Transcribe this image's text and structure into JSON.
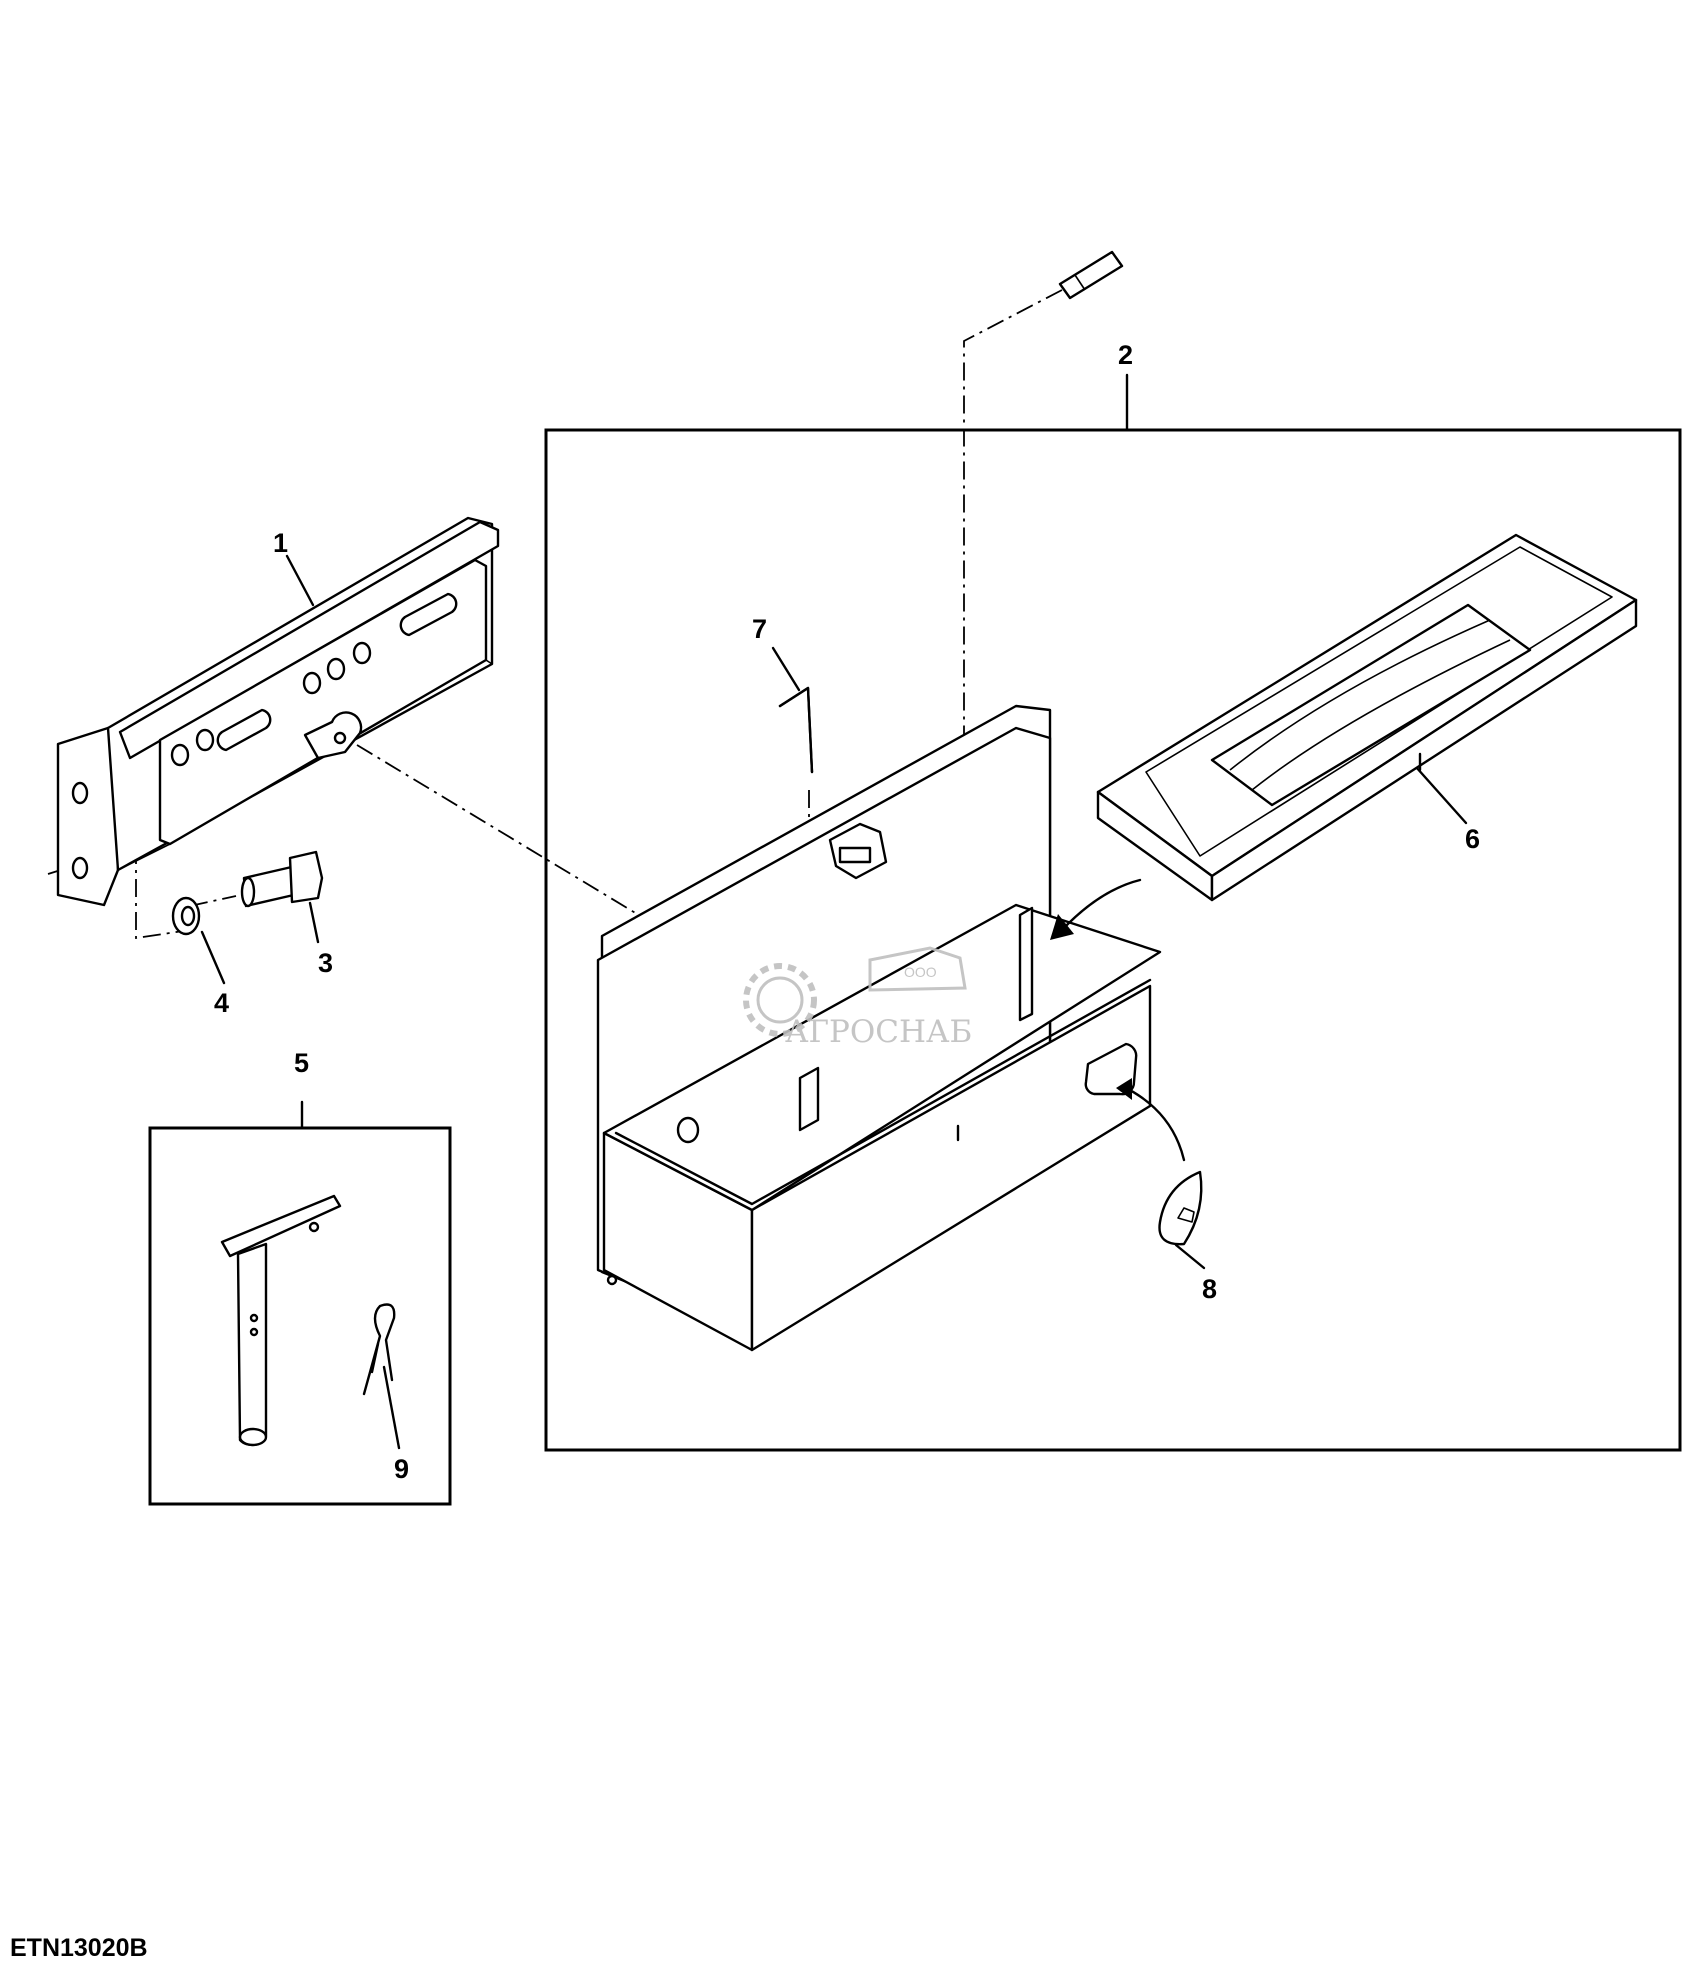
{
  "figure_id": "ETN13020B",
  "callouts": [
    "1",
    "2",
    "3",
    "4",
    "5",
    "6",
    "7",
    "8",
    "9"
  ],
  "watermark": {
    "top_text": "ООО",
    "main_text": "АГРОСНАБ"
  }
}
